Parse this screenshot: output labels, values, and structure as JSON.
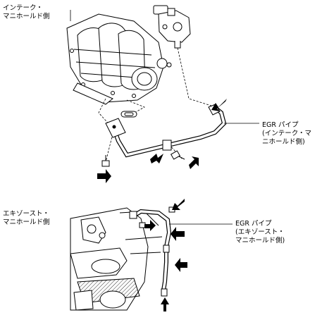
{
  "labels": {
    "intake_side": [
      "インテーク・",
      "マニホールド側"
    ],
    "egr_pipe_intake": [
      "EGR パイプ",
      "(インテーク・マ",
      "ニホールド側)"
    ],
    "exhaust_side": [
      "エキゾースト・",
      "マニホールド側"
    ],
    "egr_pipe_exhaust": [
      "EGR パイプ",
      "(エキゾースト・",
      "マニホールド側)"
    ]
  },
  "colors": {
    "line": "#000000",
    "background": "#ffffff",
    "shade": "#d9d9d9"
  }
}
